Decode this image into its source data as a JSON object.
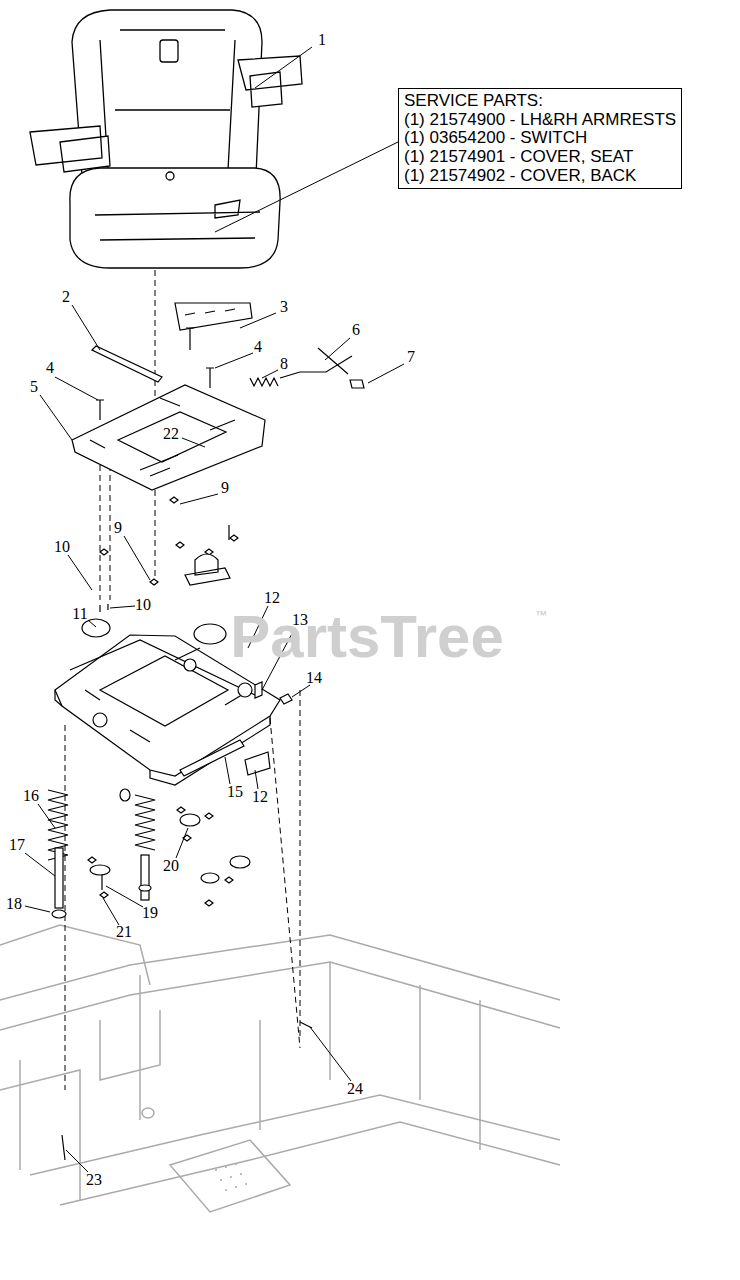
{
  "diagram": {
    "nodes": [
      {
        "text": [
          "SERVICE PARTS:",
          "(1) 21574900 - LH&RH ARMRESTS",
          "(1) 03654200 - SWITCH",
          "(1) 21574901 - COVER, SEAT",
          "(1) 21574902 - COVER, BACK"
        ]
      }
    ],
    "labels": [
      "1",
      "2",
      "3",
      "4",
      "4",
      "5",
      "6",
      "7",
      "8",
      "22",
      "9",
      "9",
      "10",
      "10",
      "11",
      "12",
      "13",
      "14",
      "15",
      "12",
      "16",
      "17",
      "18",
      "19",
      "20",
      "21",
      "24",
      "23",
      "PartsTree",
      "™"
    ]
  }
}
